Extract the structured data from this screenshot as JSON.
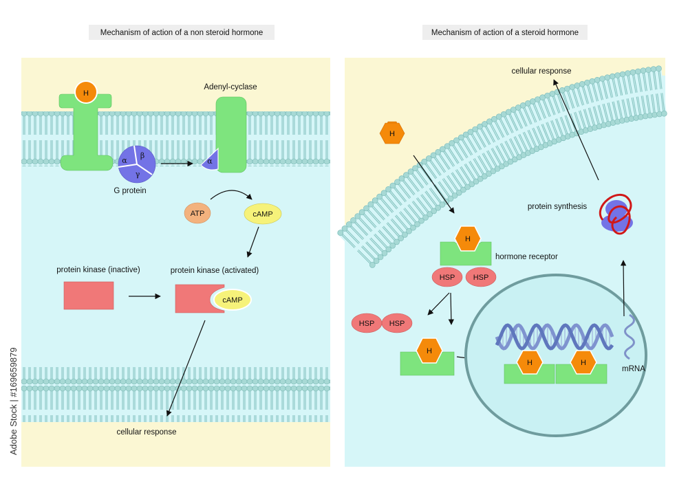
{
  "left_panel": {
    "title": "Mechanism of action of a non steroid hormone",
    "hormone_label": "H",
    "g_protein_label": "G protein",
    "subunits": {
      "alpha": "α",
      "beta": "β",
      "gamma": "γ"
    },
    "adenyl_cyclase_label": "Adenyl-cyclase",
    "atp_label": "ATP",
    "camp_label": "cAMP",
    "kinase_inactive_label": "protein kinase (inactive)",
    "kinase_activated_label": "protein kinase (activated)",
    "cellular_response_label": "cellular response"
  },
  "right_panel": {
    "title": "Mechanism of action of a steroid hormone",
    "hormone_label": "H",
    "cellular_response_label": "cellular response",
    "protein_synthesis_label": "protein synthesis",
    "hormone_receptor_label": "hormone receptor",
    "hsp_label": "HSP",
    "mrna_label": "mRNA"
  },
  "watermark": {
    "side_text": "Adobe Stock | #169659879"
  },
  "colors": {
    "membrane_head": "#a7d9d5",
    "cytoplasm": "#d6f6f8",
    "extracellular": "#fbf7d3",
    "receptor_green": "#7ee47e",
    "hormone_orange": "#f58a0a",
    "g_protein_blue": "#7373e6",
    "kinase_red": "#f07878",
    "camp_yellow": "#f6f27a",
    "atp_peach": "#f3b27e",
    "nucleus": "#c9f1f3"
  }
}
